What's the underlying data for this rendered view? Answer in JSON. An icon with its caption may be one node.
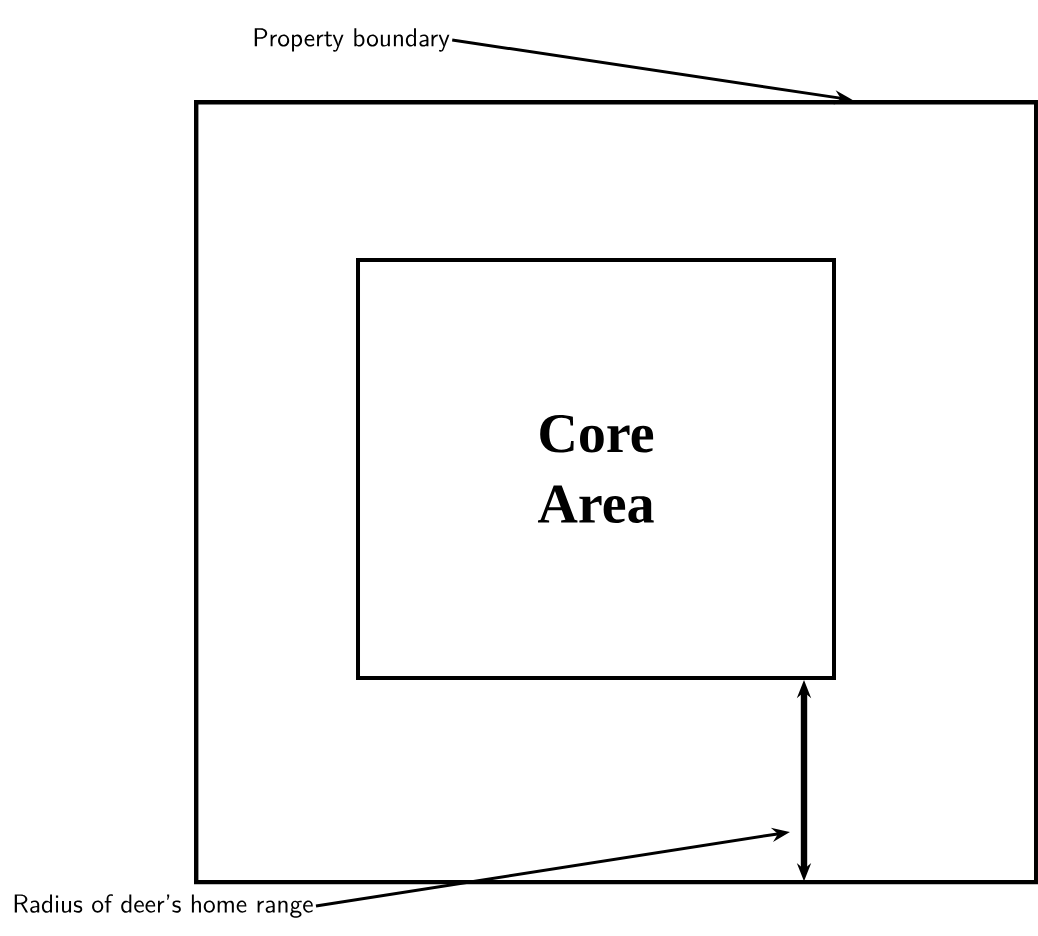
{
  "diagram": {
    "nodes": [
      {
        "text": [
          "Property boundary"
        ]
      },
      {
        "text": [],
        "shape": "box"
      },
      {
        "text": [
          "Core Area"
        ],
        "in": 1
      },
      {
        "text": [
          "Radius of deer’s home range"
        ]
      }
    ],
    "edges": [
      {
        "from": 0,
        "to": 1,
        "arrow": "to"
      },
      {
        "from": 2,
        "to": 1,
        "arrow": "both",
        "style": "thick"
      },
      {
        "from": 3,
        "to": null,
        "arrow": "to"
      }
    ]
  }
}
